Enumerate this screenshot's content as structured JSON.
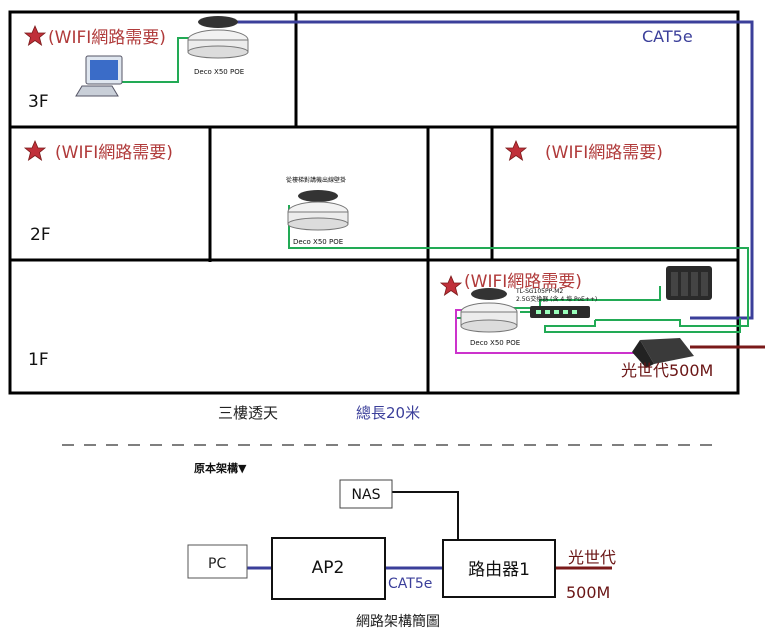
{
  "floors": {
    "f3": {
      "label": "3F",
      "wifi_note": "(WIFI網路需要)"
    },
    "f2": {
      "label": "2F",
      "wifi_note_left": "(WIFI網路需要)",
      "wifi_note_right": "(WIFI網路需要)"
    },
    "f1": {
      "label": "1F",
      "wifi_note": "(WIFI網路需要)"
    }
  },
  "devices": {
    "deco3f": "Deco X50 POE",
    "deco2f": "Deco X50 POE",
    "deco2f_note": "從樓梯對講機出線壁掛",
    "deco1f": "Deco X50 POE",
    "switch_model": "TL-SG105PP-M2",
    "switch_desc": "2.5G交換器 (含 4 埠 PoE++)",
    "isp": "光世代500M"
  },
  "cable_label": "CAT5e",
  "building_caption": "三樓透天",
  "total_length": "總長20米",
  "bottom": {
    "subtitle": "原本架構▼",
    "nas": "NAS",
    "pc": "PC",
    "ap2": "AP2",
    "router": "路由器1",
    "cable": "CAT5e",
    "isp_line1": "光世代",
    "isp_line2": "500M",
    "caption": "網路架構簡圖"
  },
  "colors": {
    "wall": "#000000",
    "cat5e_trunk": "#3b3f9a",
    "lan_green": "#22aa55",
    "lan_magenta": "#cc33cc",
    "wan_maroon": "#7a1a1a",
    "star": "#c0303a"
  }
}
